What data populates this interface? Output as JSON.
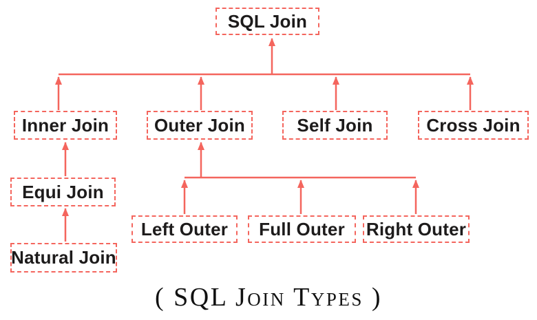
{
  "diagram": {
    "title": "( SQL Join Types )",
    "accent_color": "#f4655d",
    "text_color": "#1d1b1b",
    "background_color": "#ffffff",
    "nodes": {
      "sql_join": {
        "label": "SQL Join"
      },
      "inner_join": {
        "label": "Inner Join"
      },
      "outer_join": {
        "label": "Outer Join"
      },
      "self_join": {
        "label": "Self Join"
      },
      "cross_join": {
        "label": "Cross Join"
      },
      "equi_join": {
        "label": "Equi Join"
      },
      "natural_join": {
        "label": "Natural Join"
      },
      "left_outer": {
        "label": "Left Outer"
      },
      "full_outer": {
        "label": "Full Outer"
      },
      "right_outer": {
        "label": "Right Outer"
      }
    },
    "edges": [
      {
        "from": "inner_join",
        "to": "sql_join"
      },
      {
        "from": "outer_join",
        "to": "sql_join"
      },
      {
        "from": "self_join",
        "to": "sql_join"
      },
      {
        "from": "cross_join",
        "to": "sql_join"
      },
      {
        "from": "equi_join",
        "to": "inner_join"
      },
      {
        "from": "natural_join",
        "to": "equi_join"
      },
      {
        "from": "left_outer",
        "to": "outer_join"
      },
      {
        "from": "full_outer",
        "to": "outer_join"
      },
      {
        "from": "right_outer",
        "to": "outer_join"
      }
    ]
  }
}
